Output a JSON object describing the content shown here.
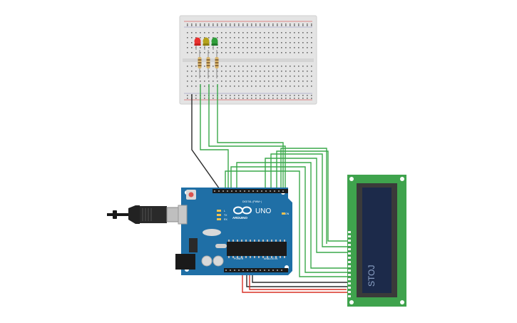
{
  "arduino": {
    "brand": "ARDUINO",
    "model": "UNO",
    "digital_header_label": "DIGITAL (PWM~)",
    "power_header_label": "POWER",
    "analog_header_label": "ANALOG IN",
    "led_labels": [
      "L",
      "TX",
      "RX"
    ],
    "on_label": "ON"
  },
  "lcd": {
    "display_text": "STOJ",
    "background_color": "#1c2a4a",
    "text_color": "#8ea4c8",
    "pcb_color": "#3fa34d"
  },
  "breadboard": {
    "leds": [
      {
        "color": "#e8312f"
      },
      {
        "color": "#b5a21a"
      },
      {
        "color": "#2f9e3a"
      }
    ]
  },
  "colors": {
    "board_blue": "#1f6fa6",
    "wire_green": "#3aa84a",
    "wire_black": "#2b2b2b",
    "wire_red": "#d93025",
    "breadboard": "#e4e4e4"
  }
}
